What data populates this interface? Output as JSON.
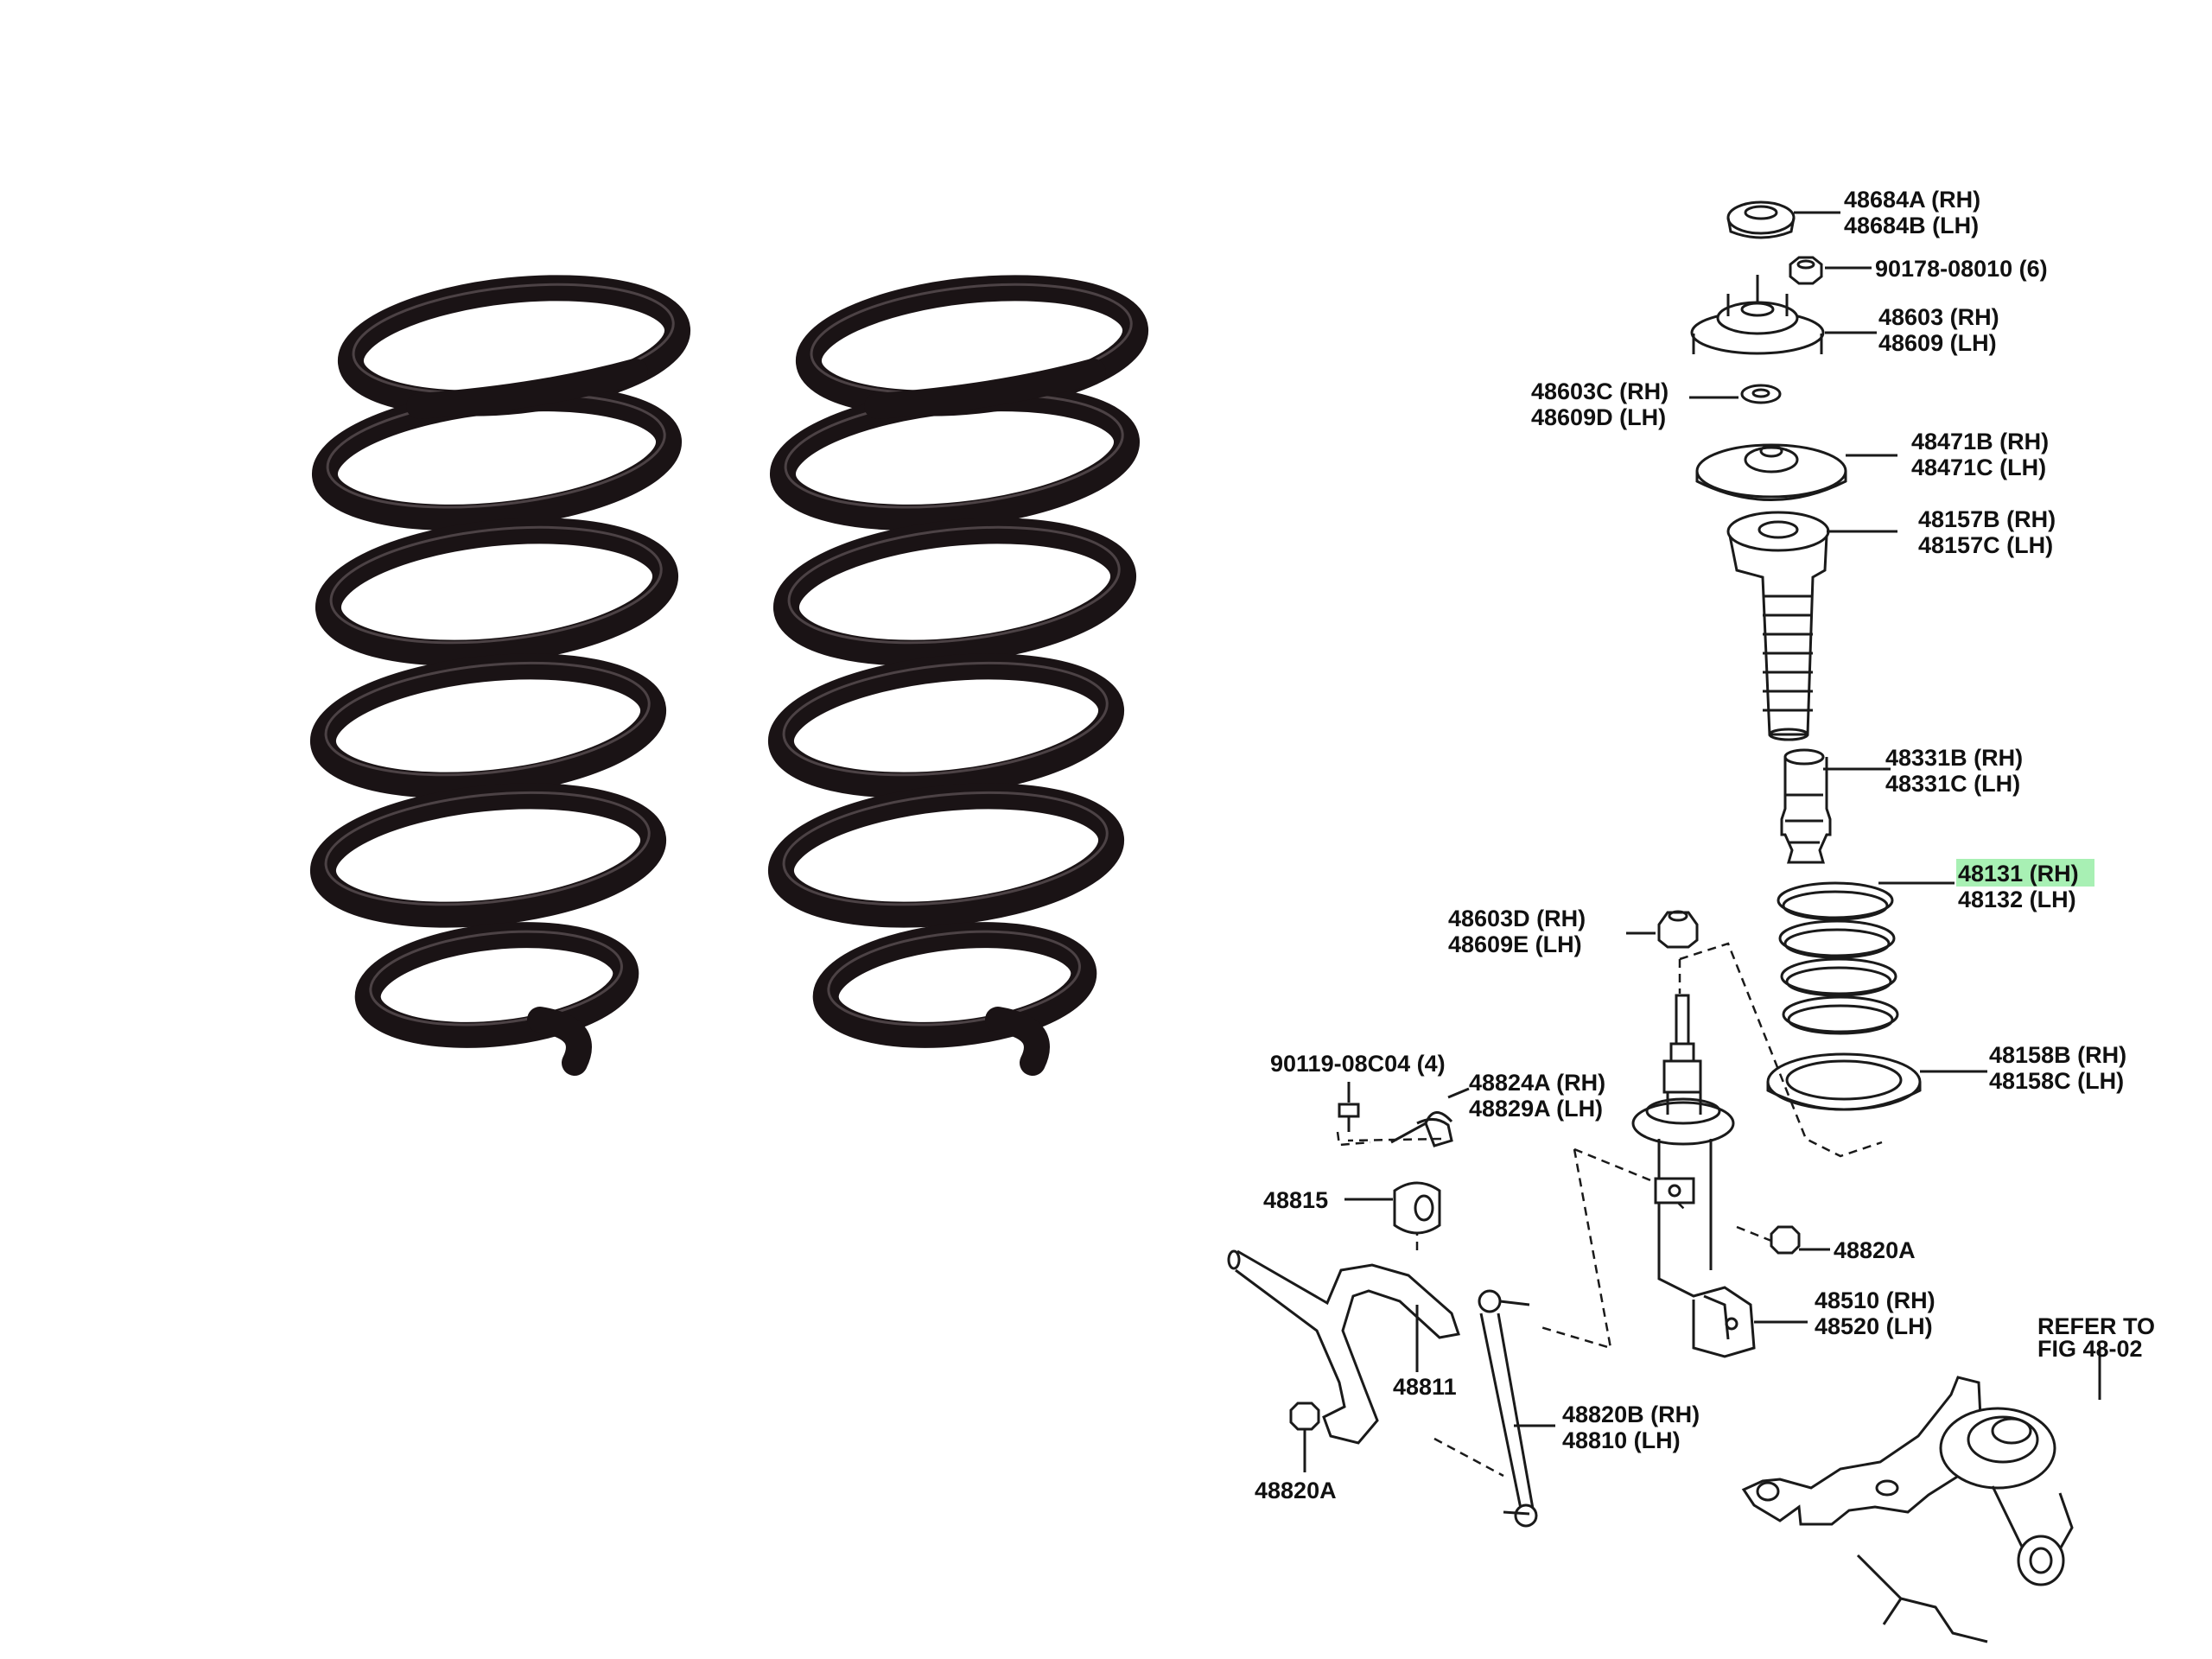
{
  "colors": {
    "spring": "#1a1315",
    "spring_highlight": "#6e6266",
    "line": "#1a1a1a",
    "highlight": "#a8f0b4"
  },
  "diagram": {
    "labels": {
      "l48684": [
        "48684A (RH)",
        "48684B (LH)"
      ],
      "l90178": [
        "90178-08010 (6)"
      ],
      "l48603": [
        "48603 (RH)",
        "48609 (LH)"
      ],
      "l48603c": [
        "48603C (RH)",
        "48609D (LH)"
      ],
      "l48471": [
        "48471B (RH)",
        "48471C (LH)"
      ],
      "l48157": [
        "48157B (RH)",
        "48157C (LH)"
      ],
      "l48331": [
        "48331B (RH)",
        "48331C (LH)"
      ],
      "l48131": [
        "48131 (RH)",
        "48132 (LH)"
      ],
      "l48603d": [
        "48603D (RH)",
        "48609E (LH)"
      ],
      "l90119": [
        "90119-08C04 (4)"
      ],
      "l48824": [
        "48824A (RH)",
        "48829A (LH)"
      ],
      "l48158": [
        "48158B (RH)",
        "48158C (LH)"
      ],
      "l48815": [
        "48815"
      ],
      "l48820a": [
        "48820A"
      ],
      "l48510": [
        "48510 (RH)",
        "48520 (LH)"
      ],
      "lrefer": [
        "REFER TO",
        "FIG 48-02"
      ],
      "l48811": [
        "48811"
      ],
      "l48820b": [
        "48820B (RH)",
        "48810 (LH)"
      ],
      "l48820a2": [
        "48820A"
      ]
    }
  }
}
